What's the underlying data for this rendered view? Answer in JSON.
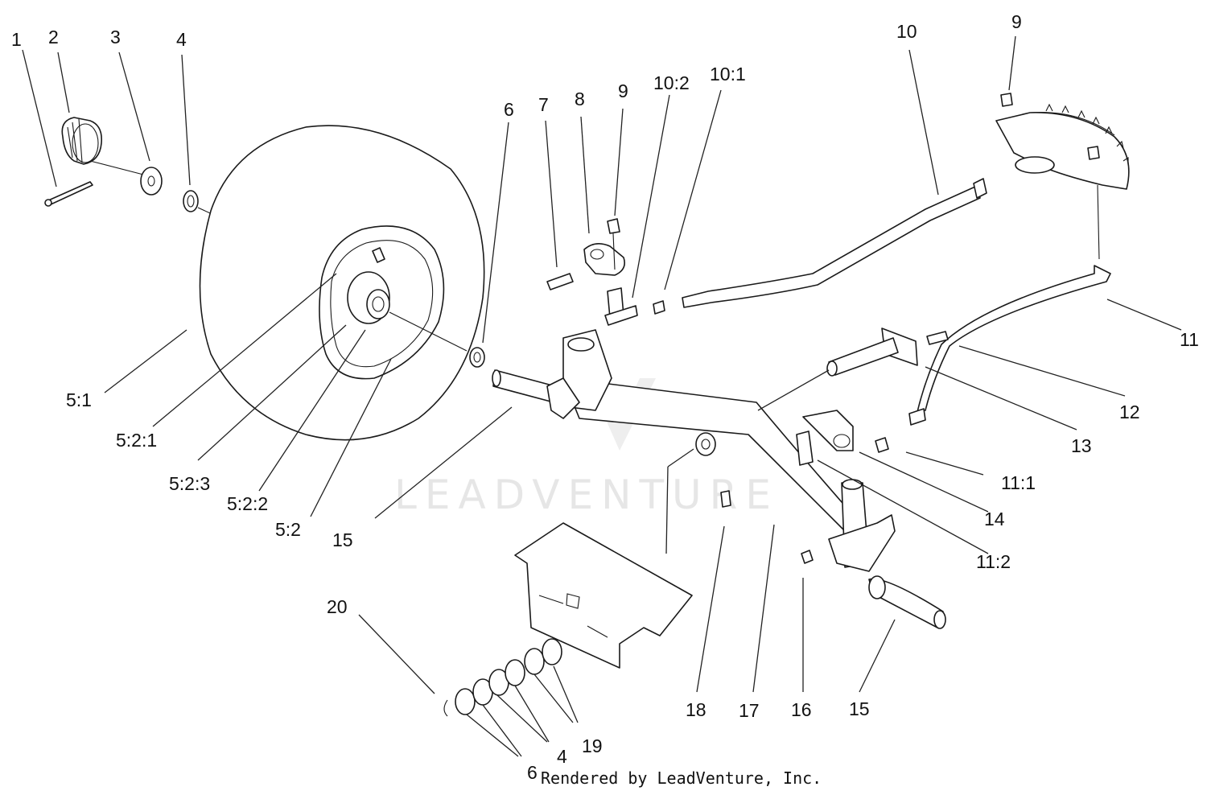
{
  "watermark": {
    "text": "LEADVENTURE"
  },
  "credit": {
    "text": "Rendered by LeadVenture, Inc."
  },
  "callouts": [
    {
      "id": "c1",
      "label": "1"
    },
    {
      "id": "c2",
      "label": "2"
    },
    {
      "id": "c3",
      "label": "3"
    },
    {
      "id": "c4a",
      "label": "4"
    },
    {
      "id": "c6a",
      "label": "6"
    },
    {
      "id": "c7",
      "label": "7"
    },
    {
      "id": "c8",
      "label": "8"
    },
    {
      "id": "c9a",
      "label": "9"
    },
    {
      "id": "c102",
      "label": "10:2"
    },
    {
      "id": "c101",
      "label": "10:1"
    },
    {
      "id": "c10",
      "label": "10"
    },
    {
      "id": "c9b",
      "label": "9"
    },
    {
      "id": "c11",
      "label": "11"
    },
    {
      "id": "c12",
      "label": "12"
    },
    {
      "id": "c13",
      "label": "13"
    },
    {
      "id": "c111",
      "label": "11:1"
    },
    {
      "id": "c14",
      "label": "14"
    },
    {
      "id": "c112",
      "label": "11:2"
    },
    {
      "id": "c51",
      "label": "5:1"
    },
    {
      "id": "c521",
      "label": "5:2:1"
    },
    {
      "id": "c523",
      "label": "5:2:3"
    },
    {
      "id": "c522",
      "label": "5:2:2"
    },
    {
      "id": "c52",
      "label": "5:2"
    },
    {
      "id": "c15a",
      "label": "15"
    },
    {
      "id": "c20",
      "label": "20"
    },
    {
      "id": "c18",
      "label": "18"
    },
    {
      "id": "c17",
      "label": "17"
    },
    {
      "id": "c16",
      "label": "16"
    },
    {
      "id": "c15b",
      "label": "15"
    },
    {
      "id": "c19",
      "label": "19"
    },
    {
      "id": "c4b",
      "label": "4"
    },
    {
      "id": "c6b",
      "label": "6"
    }
  ]
}
